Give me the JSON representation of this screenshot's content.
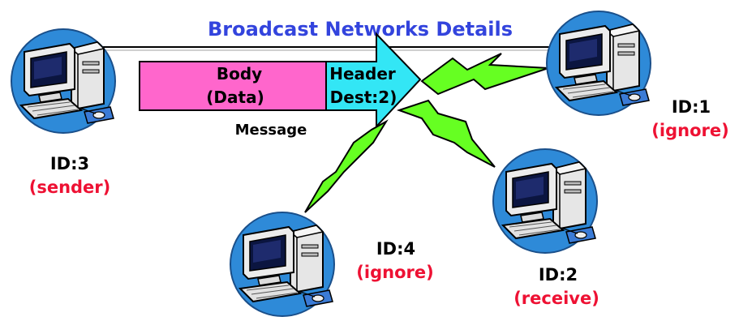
{
  "title": "Broadcast Networks Details",
  "message": {
    "body_line1": "Body",
    "body_line2": "(Data)",
    "header_line1": "Header",
    "header_line2": "Dest:2)",
    "label": "Message"
  },
  "nodes": [
    {
      "key": "sender",
      "id_label": "ID:3",
      "role": "(sender)"
    },
    {
      "key": "node1",
      "id_label": "ID:1",
      "role": "(ignore)"
    },
    {
      "key": "node2",
      "id_label": "ID:2",
      "role": "(receive)"
    },
    {
      "key": "node4",
      "id_label": "ID:4",
      "role": "(ignore)"
    }
  ],
  "colors": {
    "title": "#3344dd",
    "role_text": "#ee1133",
    "body_fill": "#ff66cc",
    "header_fill": "#33e6f5",
    "bolt_fill": "#66ff22",
    "node_circle": "#2e8ad8"
  }
}
